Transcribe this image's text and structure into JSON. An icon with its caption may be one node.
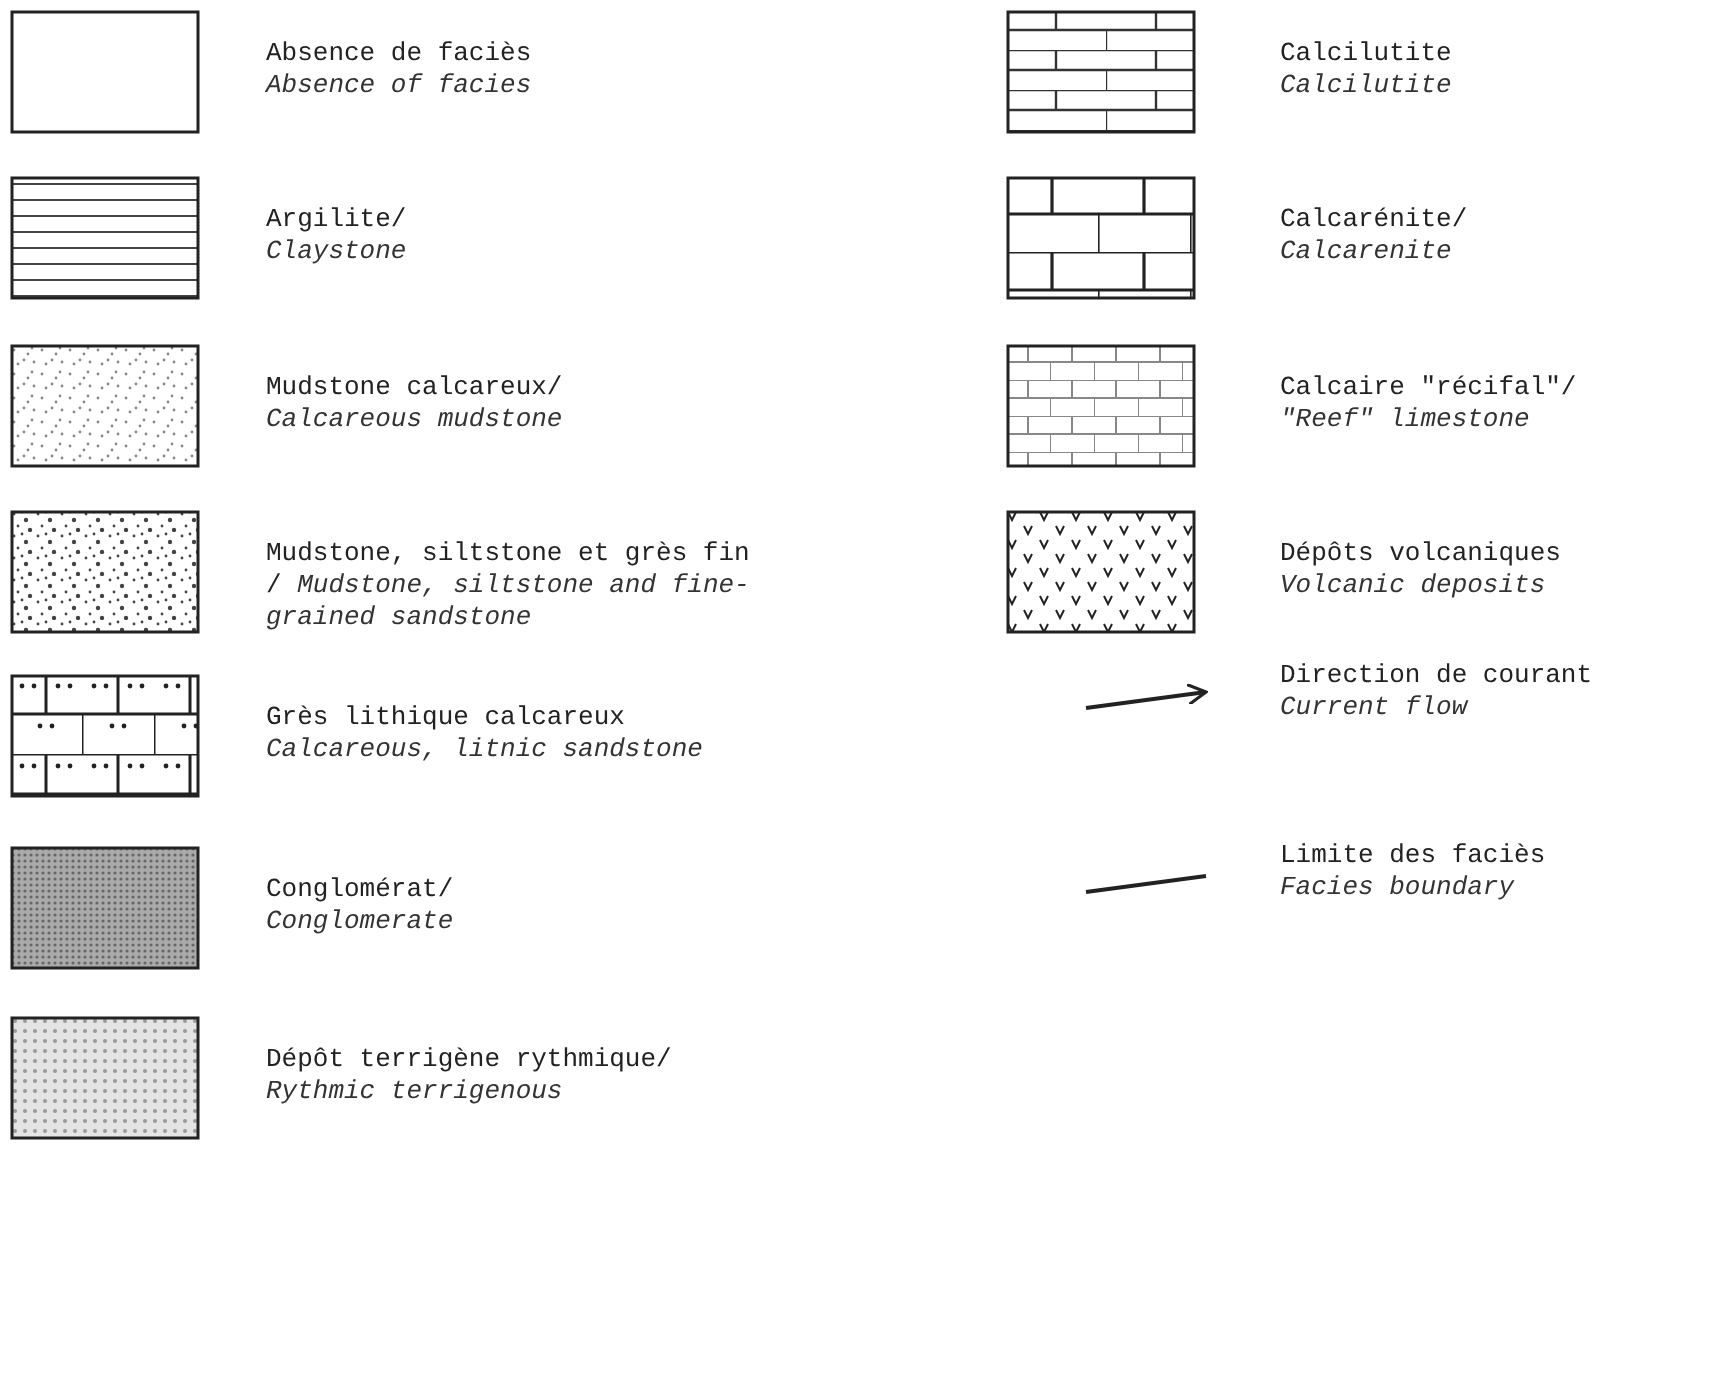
{
  "diagram": {
    "legend": [
      {
        "text": "Absence de faciès *Absence of facies*"
      },
      {
        "text": "Argilite/ *Claystone*"
      },
      {
        "text": "Mudstone calcareux/ *Calcareous mudstone*"
      },
      {
        "text": "Mudstone, siltstone et grès fin / *Mudstone, siltstone and fine-grained sandstone*"
      },
      {
        "text": "Grès lithique calcareux *Calcareous, litnic sandstone*"
      },
      {
        "text": "Conglomérat/ *Conglomerate*"
      },
      {
        "text": "Dépôt terrigène rythmique/ *Rythmic terrigenous*"
      },
      {
        "text": "Calcilutite *Calcilutite*"
      },
      {
        "text": "Calcarénite/ *Calcarenite*"
      },
      {
        "text": "Calcaire \"récifal\"/ *\"Reef\" limestone*"
      },
      {
        "text": "Dépôts volcaniques *Volcanic deposits*"
      },
      {
        "text": "Direction de courant *Current flow*"
      },
      {
        "text": "Limite des faciès *Facies boundary*"
      }
    ]
  }
}
